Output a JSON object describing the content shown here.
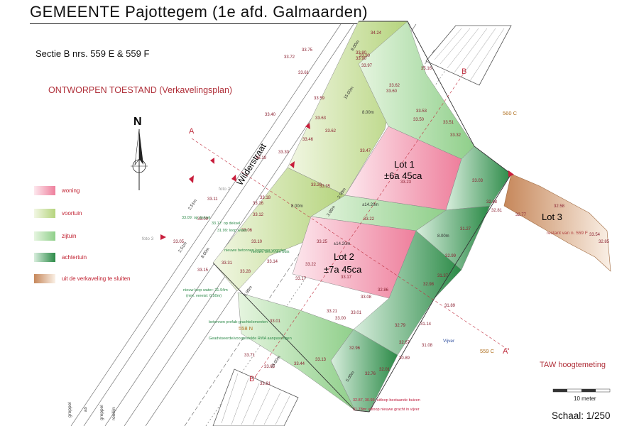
{
  "title": "GEMEENTE Pajottegem (1e afd. Galmaarden)",
  "section": "Sectie B nrs. 559 E & 559 F",
  "state": "ONTWORPEN TOESTAND (Verkavelingsplan)",
  "legend": [
    {
      "label": "woning",
      "color": "#f0a0b4"
    },
    {
      "label": "voortuin",
      "color": "#c4dc8c"
    },
    {
      "label": "zijtuin",
      "color": "#a8dca0"
    },
    {
      "label": "achtertuin",
      "color": "#3e9c58"
    },
    {
      "label": "uit de verkaveling te sluiten",
      "color": "#d8a070"
    }
  ],
  "lots": {
    "lot1_name": "Lot 1",
    "lot1_area": "±6a 45ca",
    "lot2_name": "Lot 2",
    "lot2_area": "±7a 45ca",
    "lot3_name": "Lot 3",
    "lot3_note": "restant van n. 559 F"
  },
  "labels": {
    "street": "Wilderstraat",
    "section_b": "B",
    "section_a": "A",
    "section_a2": "A'",
    "section_b2": "B'",
    "parcel_560c": "560 C",
    "parcel_559c": "559 C",
    "parcel_558n": "558 N",
    "vijver": "Vijver",
    "foto2": "foto 2",
    "foto3": "foto 3",
    "straat_b": "greppel",
    "straat_as": "as",
    "straat_c": "rooilijn"
  },
  "dims": {
    "d1": "15.00m",
    "d2": "8.00m",
    "d3": "3.00m",
    "d4": "8.00m",
    "d5": "±14.20m",
    "d6": "±14.20m",
    "d7": "8.00m",
    "d8": "3.00m",
    "d9": "2.51m",
    "d10": "2.51m",
    "d11": "8.00m",
    "d12": "±8.00m",
    "d13": "5.00m",
    "d14": "6.00m",
    "d15": "8.00m"
  },
  "heights": [
    "33.75",
    "33.80",
    "33.90",
    "33.97",
    "34.24",
    "33.61",
    "33.62",
    "33.60",
    "35.16",
    "33.72",
    "33.59",
    "33.40",
    "33.63",
    "33.62",
    "33.53",
    "33.50",
    "33.51",
    "33.32",
    "33.46",
    "33.47",
    "33.30",
    "33.19",
    "33.23",
    "33.20",
    "33.35",
    "33.25",
    "33.03",
    "33.18",
    "33.22",
    "33.16",
    "33.12",
    "33.11",
    "33.14",
    "33.09",
    "33.06",
    "33.05",
    "33.10",
    "33.17",
    "33.08",
    "33.01",
    "33.00",
    "32.96",
    "32.86",
    "32.79",
    "32.81",
    "32.88",
    "32.77",
    "32.58",
    "32.99",
    "32.98",
    "31.89",
    "31.14",
    "31.08",
    "31.37",
    "31.27",
    "32.01",
    "32.76",
    "32.67",
    "30.89",
    "33.71",
    "33.61",
    "33.65",
    "33.44",
    "33.54",
    "32.85",
    "33.22",
    "33.17",
    "33.15",
    "33.31",
    "33.28",
    "33.01",
    "33.21",
    "33.13",
    "33.90"
  ],
  "notes": {
    "n1": "33.09: op deksel",
    "n2": "33.17: op deksel",
    "n3": "31.99: loop water",
    "n4": "nieuwe betonnen kopmuur voorzien",
    "n5": "nieuwe betonnen buis",
    "n6": "betonnen prefab-grachtelementen",
    "n7": "Geadviseerde/voorgestelde RWA aanpassingen",
    "n8": "32.87, 30.93: uitloop bestaande buizen",
    "n9": "31.78m: uitloop nieuwe gracht in vijver",
    "n10": "nieuw loop water: 31.94m",
    "n11": "(min. vereist: 0.50m)"
  },
  "taw": "TAW hoogtemeting",
  "scale_bar_label": "10 meter",
  "scale": "Schaal: 1/250",
  "north": "N"
}
